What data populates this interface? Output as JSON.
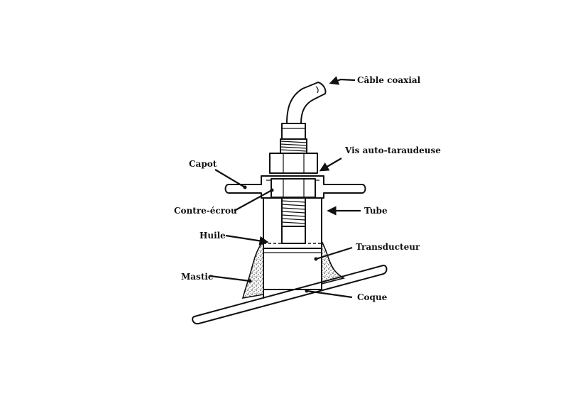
{
  "labels": {
    "cable": "Câble coaxial",
    "screw": "Vis auto-taraudeuse",
    "cap": "Capot",
    "locknut": "Contre-écrou",
    "tube": "Tube",
    "oil": "Huile",
    "transducer": "Transducteur",
    "mastic": "Mastic",
    "hull": "Coque"
  }
}
